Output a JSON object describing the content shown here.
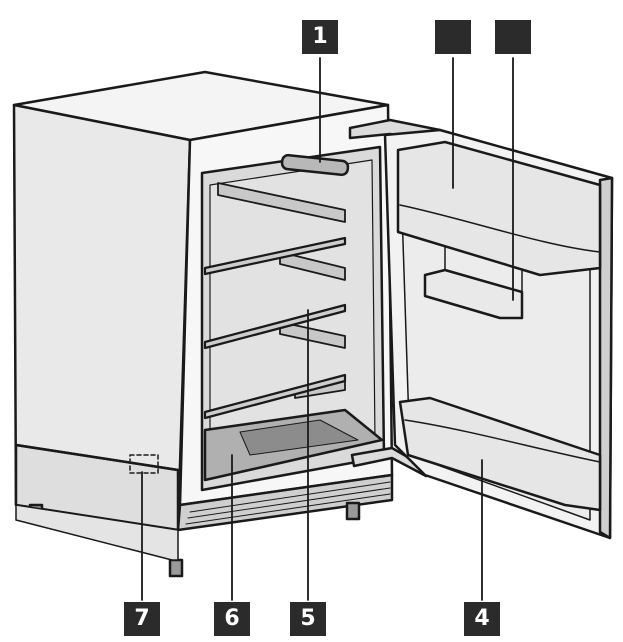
{
  "diagram": {
    "callouts": [
      {
        "id": "1",
        "text": "1"
      },
      {
        "id": "2",
        "text": ""
      },
      {
        "id": "3",
        "text": ""
      },
      {
        "id": "4",
        "text": "4"
      },
      {
        "id": "5",
        "text": "5"
      },
      {
        "id": "6",
        "text": "6"
      },
      {
        "id": "7",
        "text": "7"
      }
    ],
    "colors": {
      "line": "#1a1a1a",
      "label_bg": "#2b2b2b",
      "label_text": "#ffffff",
      "shade_light": "#e8e8e8",
      "shade_mid": "#d4d4d4",
      "shade_dark": "#bdbdbd"
    }
  }
}
